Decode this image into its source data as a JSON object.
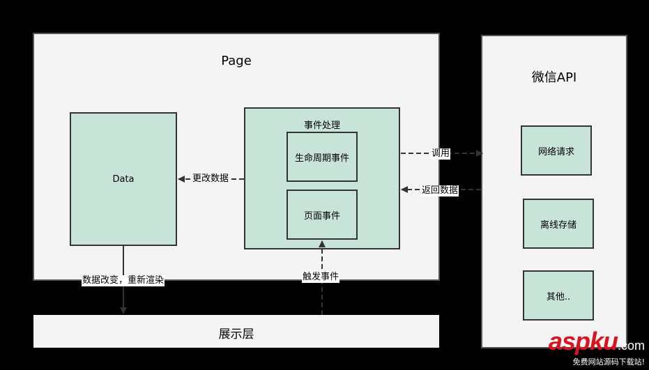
{
  "page": {
    "title": "Page",
    "data_box": "Data",
    "event_group": {
      "title": "事件处理",
      "lifecycle": "生命周期事件",
      "page_events": "页面事件"
    }
  },
  "api": {
    "title": "微信API",
    "items": [
      "网络请求",
      "离线存储",
      "其他.."
    ]
  },
  "display_layer": "展示层",
  "edges": {
    "update_data": "更改数据",
    "call": "调用",
    "return_data": "返回数据",
    "data_changed_rerender": "数据改变，重新渲染",
    "trigger_event": "触发事件"
  },
  "watermark": {
    "brand": "aspku",
    "suffix": ".com",
    "tagline": "免费网站源码下载站!"
  }
}
